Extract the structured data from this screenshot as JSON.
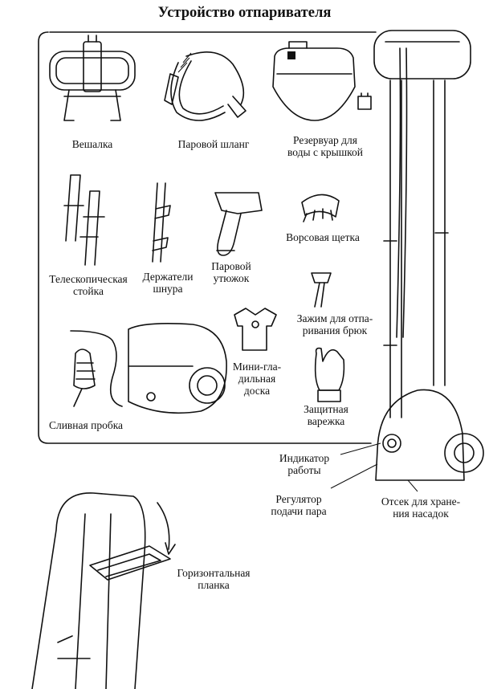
{
  "title": "Устройство отпаривателя",
  "labels": {
    "hanger": "Вешалка",
    "hose": "Паровой шланг",
    "tank": "Резервуар для\nводы с крышкой",
    "pole": "Телескопическая\nстойка",
    "cord_holders": "Держатели\nшнура",
    "iron": "Паровой\nутюжок",
    "brush": "Ворсовая щетка",
    "clip": "Зажим для отпа-\nривания брюк",
    "board": "Мини-гла-\nдильная\nдоска",
    "mitten": "Защитная\nварежка",
    "plug": "Сливная пробка",
    "indicator": "Индикатор\nработы",
    "regulator": "Регулятор\nподачи пара",
    "storage": "Отсек для хране-\nния насадок",
    "bar": "Горизонтальная\nпланка"
  }
}
